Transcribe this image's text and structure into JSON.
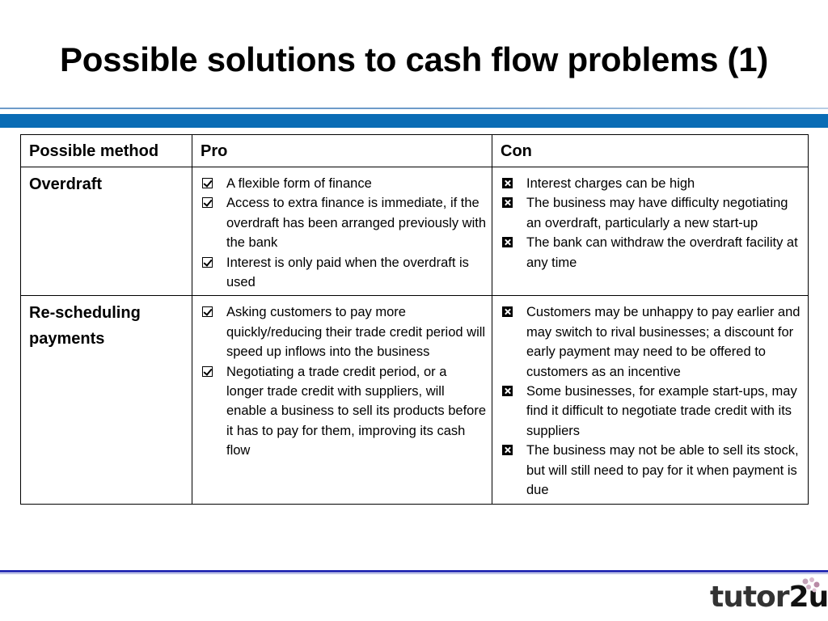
{
  "title": "Possible solutions to cash flow problems (1)",
  "table": {
    "headers": [
      "Possible method",
      "Pro",
      "Con"
    ],
    "rows": [
      {
        "method": "Overdraft",
        "pros": [
          "A flexible form of finance",
          "Access to extra finance is immediate, if the overdraft has been arranged previously with the bank",
          "Interest is only paid when the overdraft is used"
        ],
        "cons": [
          "Interest charges can be high",
          "The business may have difficulty negotiating an overdraft, particularly a new start-up",
          "The bank can withdraw the overdraft facility at any time"
        ]
      },
      {
        "method": "Re-scheduling payments",
        "pros": [
          "Asking customers to pay more quickly/reducing their trade credit period will speed up inflows into the business",
          "Negotiating a trade credit period, or a longer trade credit with suppliers, will enable a business to sell its products before it has to pay for them, improving its cash flow"
        ],
        "cons": [
          "Customers may be unhappy to pay earlier and may switch to rival businesses; a discount for early payment may need to be offered to customers as an incentive",
          "Some businesses, for example start-ups, may find it difficult to negotiate trade credit with its suppliers",
          "The business may not be able to sell its stock, but will still need to pay for it when payment is due"
        ]
      }
    ]
  },
  "logo": {
    "text_main": "tutor",
    "text_accent": "2u"
  },
  "icons": {
    "pro_mark": "checkbox-tick-icon",
    "con_mark": "checkbox-cross-icon"
  }
}
